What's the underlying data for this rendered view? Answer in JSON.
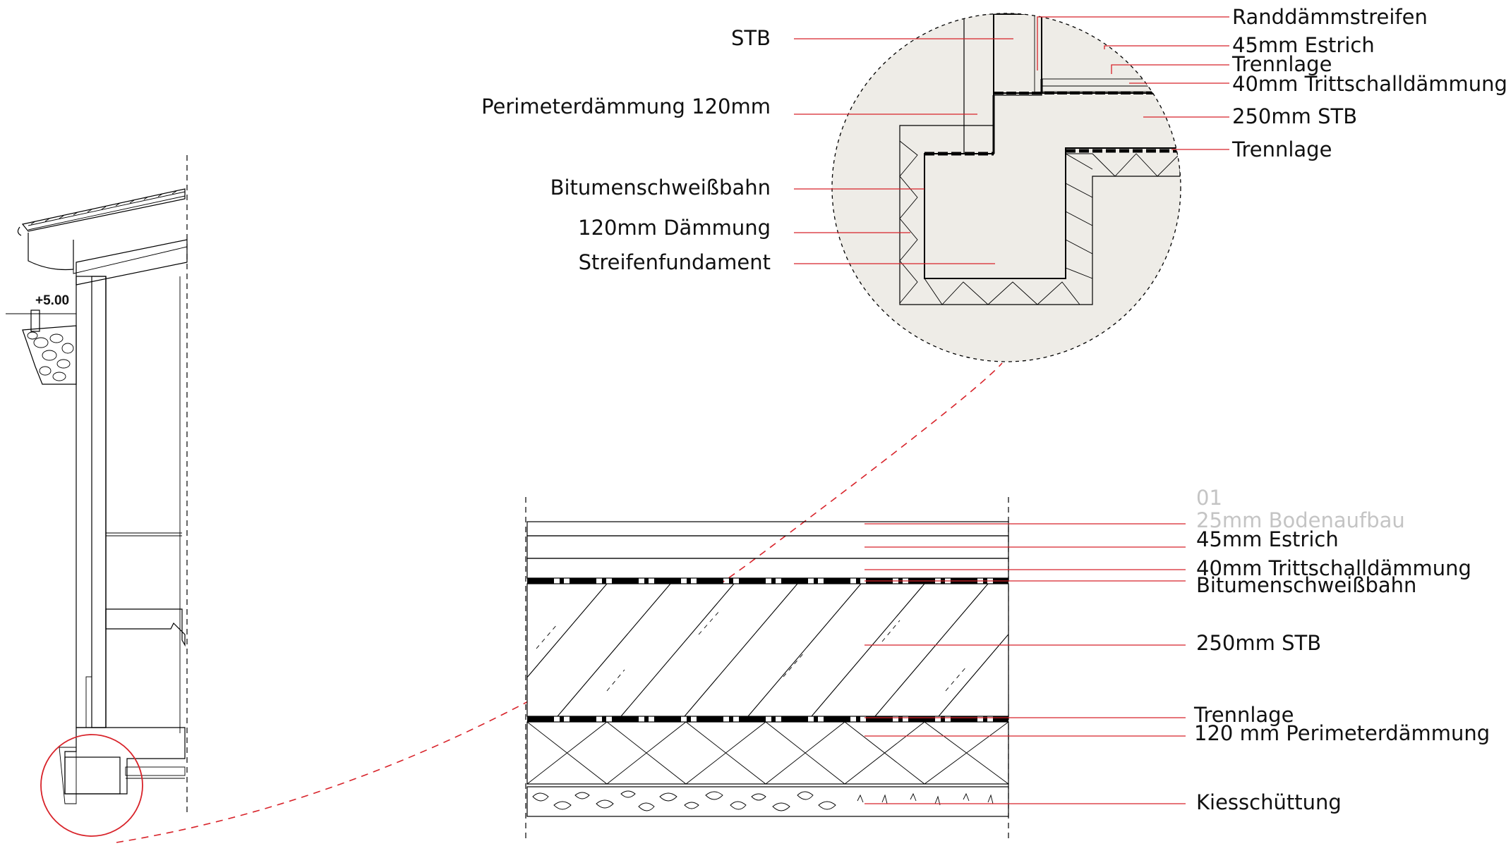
{
  "elevation_marker": "+5.00",
  "detail_labels_left": [
    {
      "id": "stb",
      "text": "STB"
    },
    {
      "id": "perimeter",
      "text": "Perimeterdämmung 120mm"
    },
    {
      "id": "bitumen",
      "text": "Bitumenschweißbahn"
    },
    {
      "id": "daemmung",
      "text": "120mm Dämmung"
    },
    {
      "id": "streifen",
      "text": "Streifenfundament"
    }
  ],
  "detail_labels_right": [
    {
      "id": "randdaemm",
      "text": "Randdämmstreifen"
    },
    {
      "id": "estrich",
      "text": "45mm Estrich"
    },
    {
      "id": "trennlage1",
      "text": "Trennlage"
    },
    {
      "id": "tritt",
      "text": "40mm Trittschalldämmung"
    },
    {
      "id": "stb250",
      "text": "250mm STB"
    },
    {
      "id": "trennlage2",
      "text": "Trennlage"
    }
  ],
  "layer_labels": [
    {
      "id": "num",
      "text": "01",
      "faded": true
    },
    {
      "id": "boden",
      "text": "25mm Bodenaufbau",
      "faded": true
    },
    {
      "id": "estrich",
      "text": "45mm Estrich"
    },
    {
      "id": "tritt",
      "text": "40mm Trittschalldämmung"
    },
    {
      "id": "bitumen",
      "text": "Bitumenschweißbahn"
    },
    {
      "id": "stb",
      "text": "250mm STB"
    },
    {
      "id": "trennlage",
      "text": "Trennlage"
    },
    {
      "id": "perimeter",
      "text": "120 mm Perimeterdämmung"
    },
    {
      "id": "kies",
      "text": "Kiesschüttung"
    }
  ],
  "colors": {
    "leader": "#d8232a",
    "detail_circle_fill": "#eeece7",
    "line": "#000000",
    "faded_text": "#c4c4c4"
  }
}
